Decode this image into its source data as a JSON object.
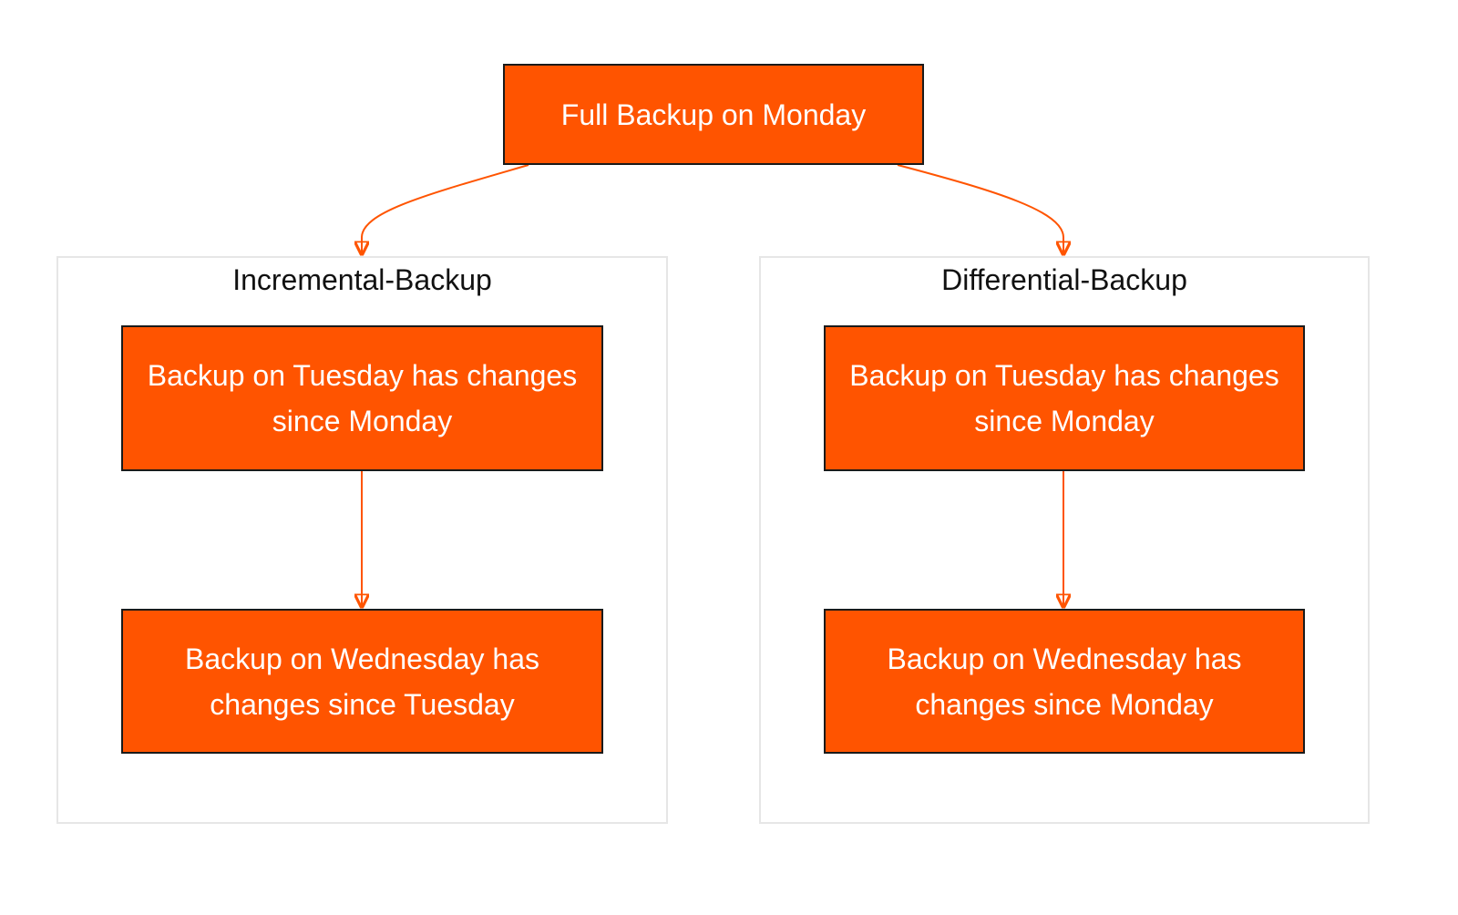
{
  "diagram": {
    "root": {
      "label": "Full Backup on Monday"
    },
    "clusters": [
      {
        "title": "Incremental-Backup",
        "nodes": [
          {
            "label": "Backup on Tuesday has changes since Monday"
          },
          {
            "label": "Backup on Wednesday has changes since Tuesday"
          }
        ]
      },
      {
        "title": "Differential-Backup",
        "nodes": [
          {
            "label": "Backup on Tuesday has changes since Monday"
          },
          {
            "label": "Backup on Wednesday has changes since Monday"
          }
        ]
      }
    ]
  },
  "colors": {
    "node_fill": "#ff5400",
    "node_border": "#1a1a1a",
    "edge": "#ff5400",
    "cluster_border": "#e6e6e6",
    "node_text": "#ffffff",
    "cluster_title_text": "#111111"
  }
}
